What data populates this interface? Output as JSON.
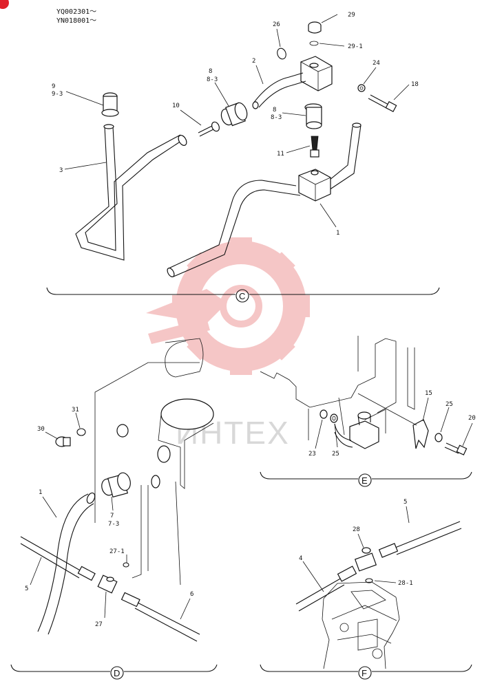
{
  "header": {
    "serial_1": "YQ002301～",
    "serial_2": "YN018001～"
  },
  "sections": {
    "c": "C",
    "d": "D",
    "e": "E",
    "f": "F"
  },
  "labels_c": {
    "p29": "29",
    "p29_1": "29-1",
    "p26": "26",
    "p2": "2",
    "p24": "24",
    "p18": "18",
    "p9": "9",
    "p9_3": "9-3",
    "p8a": "8",
    "p8_3a": "8-3",
    "p10": "10",
    "p8b": "8",
    "p8_3b": "8-3",
    "p11": "11",
    "p3": "3",
    "p1": "1"
  },
  "labels_d": {
    "p31": "31",
    "p30": "30",
    "p1": "1",
    "p7": "7",
    "p7_3": "7-3",
    "p27_1": "27-1",
    "p5": "5",
    "p6": "6",
    "p27": "27"
  },
  "labels_e": {
    "p15": "15",
    "p25a": "25",
    "p20": "20",
    "p23": "23",
    "p25b": "25"
  },
  "labels_f": {
    "p5": "5",
    "p28": "28",
    "p4": "4",
    "p28_1": "28-1"
  },
  "watermark": {
    "text": "ИНТЕХ",
    "color": "#f2b3b3"
  },
  "colors": {
    "line": "#111111",
    "corner_badge": "#e0202a"
  }
}
